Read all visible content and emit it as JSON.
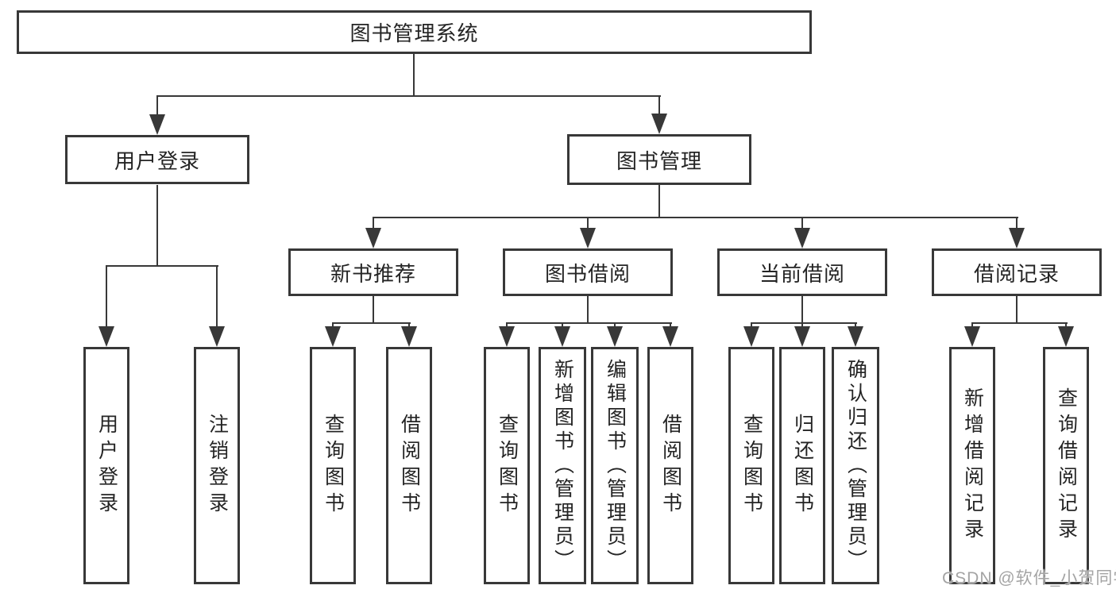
{
  "diagram": {
    "root": {
      "label": "图书管理系统"
    },
    "level1": {
      "user_login": {
        "label": "用户登录"
      },
      "book_mgmt": {
        "label": "图书管理"
      }
    },
    "level2": {
      "new_book": {
        "label": "新书推荐"
      },
      "book_borrow": {
        "label": "图书借阅"
      },
      "current_borrow": {
        "label": "当前借阅"
      },
      "borrow_records": {
        "label": "借阅记录"
      }
    },
    "leaves": {
      "user_login": {
        "label": "用户登录"
      },
      "logout": {
        "label": "注销登录"
      },
      "nb_query": {
        "label": "查询图书"
      },
      "nb_borrow": {
        "label": "借阅图书"
      },
      "bw_query": {
        "label": "查询图书"
      },
      "bw_add": {
        "label": "新增图书（管理员）"
      },
      "bw_edit": {
        "label": "编辑图书（管理员）"
      },
      "bw_borrow": {
        "label": "借阅图书"
      },
      "cu_query": {
        "label": "查询图书"
      },
      "cu_return": {
        "label": "归还图书"
      },
      "cu_confirm": {
        "label": "确认归还（管理员）"
      },
      "rc_add": {
        "label": "新增借阅记录"
      },
      "rc_query": {
        "label": "查询借阅记录"
      }
    }
  },
  "watermark": "CSDN @软件_小贺同学",
  "colors": {
    "line": "#383838",
    "text": "#242424",
    "background": "#ffffff",
    "watermark": "#a4a4a4"
  }
}
